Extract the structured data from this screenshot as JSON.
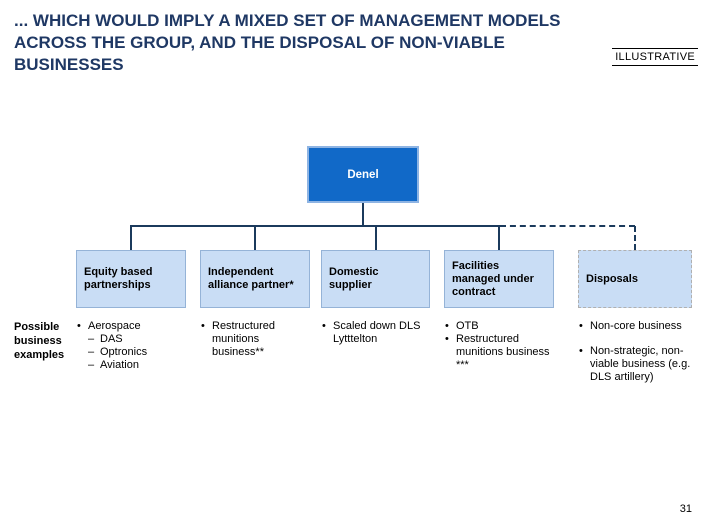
{
  "colors": {
    "title-navy": "#1f3864",
    "line-navy": "#1b3a5c",
    "root-fill": "#1169c8",
    "root-border": "#8eb4e3",
    "root-text": "#ffffff",
    "box-fill": "#c9ddf5",
    "box-border": "#95b3d7",
    "dashed-border": "#b0b0b0"
  },
  "header": {
    "title_lines": [
      "... WHICH WOULD IMPLY A MIXED SET OF MANAGEMENT MODELS",
      "ACROSS THE GROUP, AND THE DISPOSAL OF NON-VIABLE",
      "BUSINESSES"
    ],
    "tag": "ILLUSTRATIVE"
  },
  "footer": {
    "page_number": "31"
  },
  "chart": {
    "root_label": "Denel",
    "row_label": "Possible business examples",
    "columns": [
      {
        "box_label": "Equity based partnerships",
        "bullets": [
          {
            "text": "Aerospace",
            "sub": [
              "DAS",
              "Optronics",
              "Aviation"
            ]
          }
        ]
      },
      {
        "box_label": "Independent alliance partner*",
        "bullets": [
          {
            "text": "Restructured munitions business**"
          }
        ]
      },
      {
        "box_label": "Domestic supplier",
        "bullets": [
          {
            "text": "Scaled down DLS Lytttelton"
          }
        ]
      },
      {
        "box_label": "Facilities managed under contract",
        "bullets": [
          {
            "text": "OTB"
          },
          {
            "text": "Restructured munitions business ***"
          }
        ]
      },
      {
        "box_label": "Disposals",
        "bullets": [
          {
            "text": "Non-core business"
          },
          {
            "text": "Non-strategic, non-viable business (e.g. DLS artillery)"
          }
        ]
      }
    ]
  }
}
